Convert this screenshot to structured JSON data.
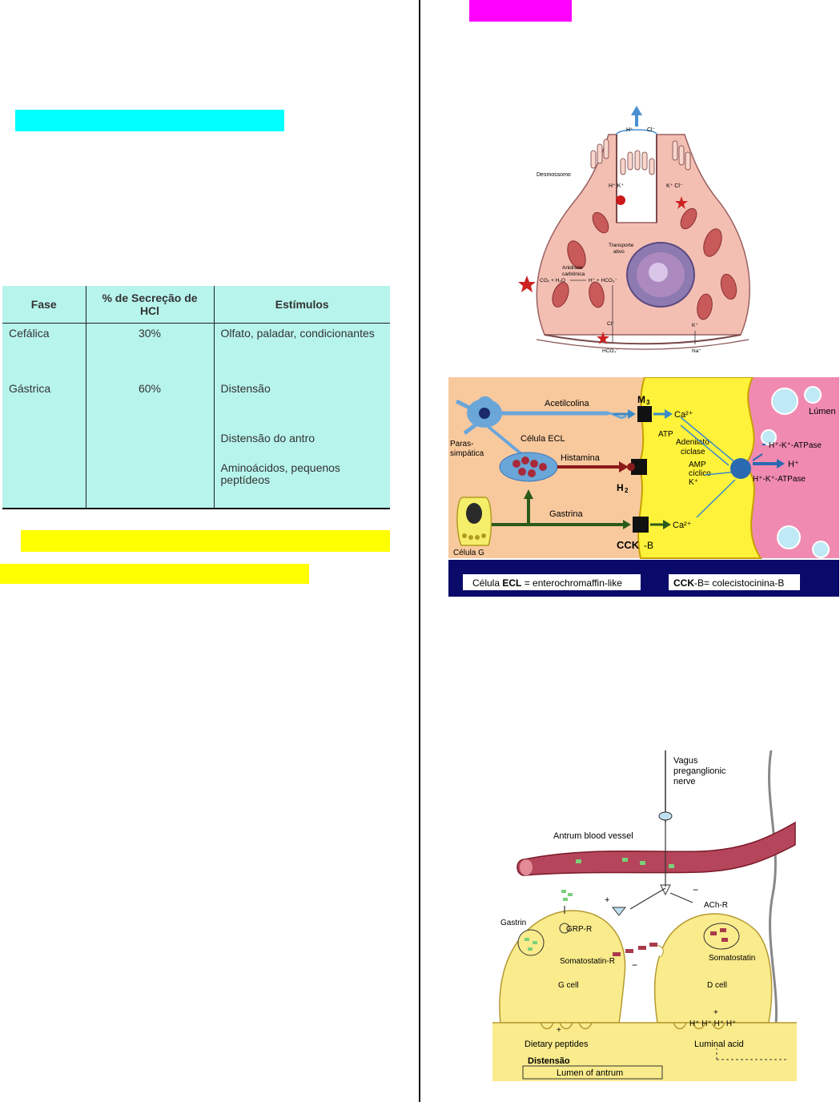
{
  "table": {
    "headers": [
      "Fase",
      "% de Secreção de HCl",
      "Estímulos"
    ],
    "rows": [
      {
        "fase": "Cefálica",
        "pct": "30%",
        "estimulos": [
          "Olfato, paladar, condicionantes"
        ]
      },
      {
        "fase": "Gástrica",
        "pct": "60%",
        "estimulos": [
          "Distensão",
          "Distensão do antro",
          "Aminoácidos, pequenos peptídeos"
        ]
      }
    ]
  },
  "parietal_cell": {
    "labels": {
      "desmossomo": "Desmossomo",
      "transporte": "Transporte",
      "ativo": "ativo",
      "anidrase": "Anidrase",
      "carbonica": "carbônica",
      "reaction_left": "CO₂ + H₂O",
      "reaction_right": "H⁺ + HCO₃⁻",
      "h_top": "H⁺",
      "cl_top": "Cl⁻",
      "hk": "H⁺ K⁺",
      "kcl": "K⁺ Cl⁻",
      "h_mid": "H⁺",
      "cl_bottom": "Cl⁻",
      "hco3": "HCO₃⁻",
      "k_bottom": "K⁺",
      "na": "Na⁺"
    }
  },
  "secretion_diagram": {
    "labels": {
      "acetilcolina": "Acetilcolina",
      "m3": "M",
      "m3_sub": "3",
      "ca_top": "Ca²⁺",
      "lumen": "Lúmen",
      "parassimpatica_1": "Paras-",
      "parassimpatica_2": "simpática",
      "celula_ecl": "Célula ECL",
      "atp": "ATP",
      "adenilato_1": "Adenilato-",
      "adenilato_2": "ciclase",
      "amp_1": "AMP",
      "amp_2": "cíclico",
      "k": "K⁺",
      "pump_top": "H⁺-K⁺-ATPase",
      "h_plus": "H⁺",
      "pump_bottom": "H⁺-K⁺-ATPase",
      "histamina": "Histamina",
      "h2": "H",
      "h2_sub": "2",
      "gastrina": "Gastrina",
      "ca_bottom": "Ca²⁺",
      "celula_g": "Célula G",
      "cckb_bold": "CCK",
      "cckb_rest": "-B"
    },
    "legend": {
      "left_pre": "Célula ",
      "left_bold": "ECL",
      "left_post": " = enterochromaffin-like",
      "right_bold": "CCK",
      "right_post": "-B=  colecistocinina-B"
    }
  },
  "antrum_diagram": {
    "labels": {
      "vagus_1": "Vagus",
      "vagus_2": "preganglionic",
      "vagus_3": "nerve",
      "blood_vessel": "Antrum blood vessel",
      "gastrin": "Gastrin",
      "grp_r": "GRP-R",
      "somatostatin_r": "Somatostatin-R",
      "g_cell": "G cell",
      "ach_r": "ACh-R",
      "somatostatin": "Somatostatin",
      "d_cell": "D cell",
      "hplus": "H⁺ H⁺ H⁺ H⁺",
      "dietary": "Dietary peptides",
      "luminal": "Luminal acid",
      "distensao": "Distensão",
      "lumen": "Lumen of antrum",
      "plus": "+",
      "minus": "−"
    }
  }
}
